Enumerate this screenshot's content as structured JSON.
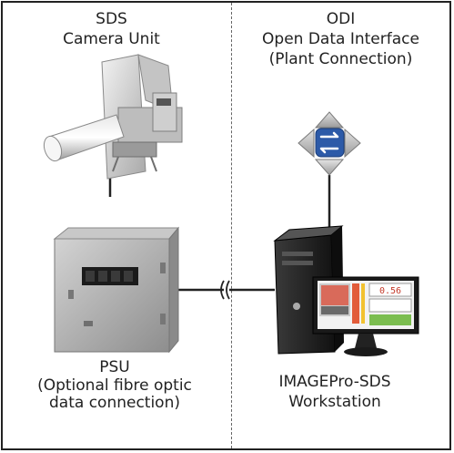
{
  "labels": {
    "sds": {
      "line1": "SDS",
      "line2": "Camera Unit"
    },
    "odi": {
      "line1": "ODI",
      "line2": "Open Data Interface",
      "line3": "(Plant Connection)"
    },
    "psu": {
      "line1": "PSU",
      "line2": "(Optional fibre optic",
      "line3": "data connection)"
    },
    "workstation": {
      "line1": "IMAGEPro-SDS",
      "line2": "Workstation"
    }
  },
  "screen_readout": {
    "value": "0.56"
  },
  "colors": {
    "frame": "#222222",
    "odi_icon_blue": "#2c5aa8",
    "enclosure_gray": "#9a9a9a",
    "pc_black": "#1c1c1c"
  }
}
